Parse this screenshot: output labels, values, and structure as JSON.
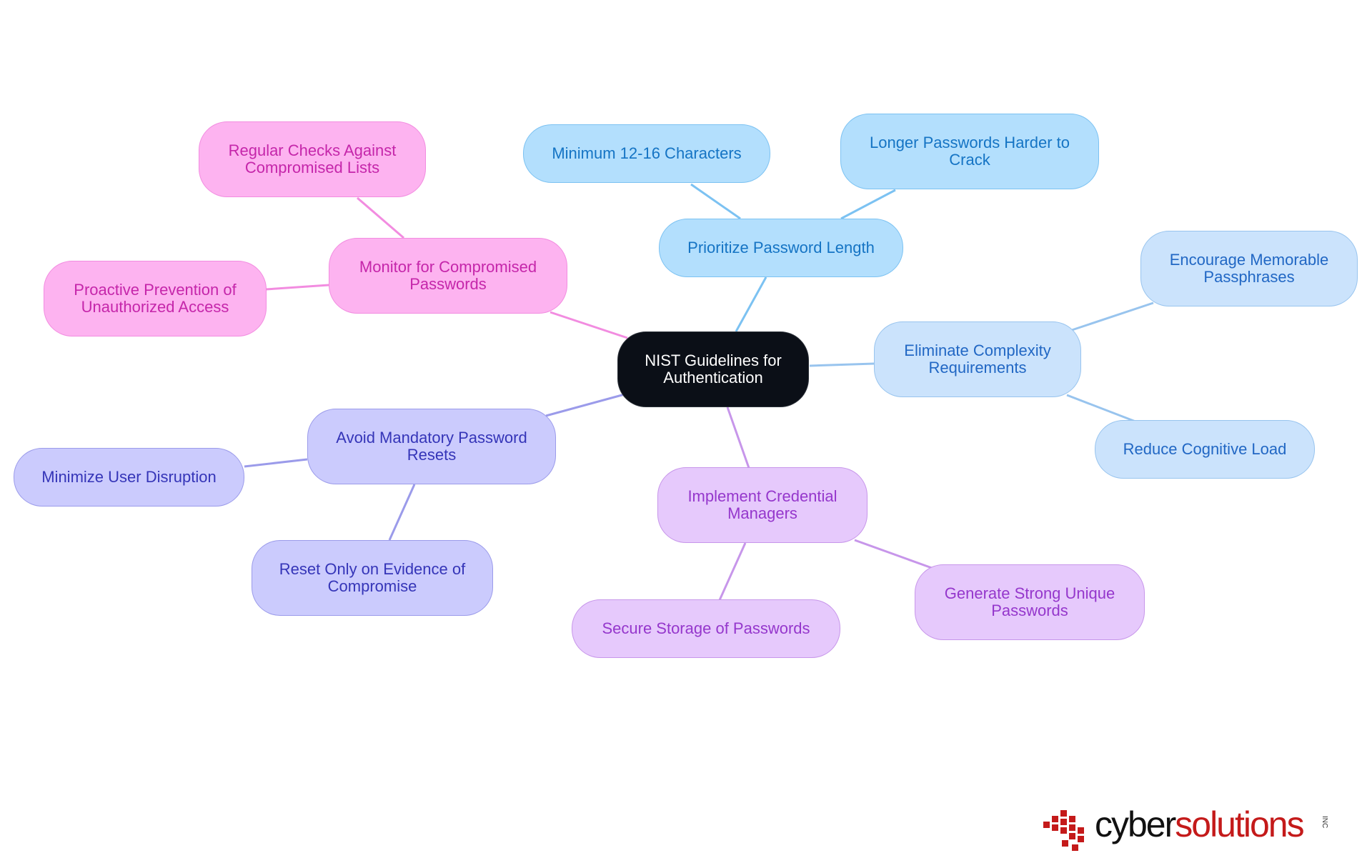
{
  "diagram": {
    "center": {
      "label": "NIST Guidelines for Authentication"
    },
    "branches": [
      {
        "label": "Prioritize Password Length",
        "color": "blue",
        "children": [
          "Minimum 12-16 Characters",
          "Longer Passwords Harder to Crack"
        ]
      },
      {
        "label": "Eliminate Complexity Requirements",
        "color": "light-blue",
        "children": [
          "Encourage Memorable Passphrases",
          "Reduce Cognitive Load"
        ]
      },
      {
        "label": "Implement Credential Managers",
        "color": "purple",
        "children": [
          "Generate Strong Unique Passwords",
          "Secure Storage of Passwords"
        ]
      },
      {
        "label": "Avoid Mandatory Password Resets",
        "color": "indigo",
        "children": [
          "Minimize User Disruption",
          "Reset Only on Evidence of Compromise"
        ]
      },
      {
        "label": "Monitor for Compromised Passwords",
        "color": "pink",
        "children": [
          "Regular Checks Against Compromised Lists",
          "Proactive Prevention of Unauthorized Access"
        ]
      }
    ]
  },
  "logo": {
    "part1": "cyber",
    "part2": "solutions",
    "suffix": "INC"
  },
  "colors": {
    "center": "#0b0f17",
    "blue": "#b3dffd",
    "light_blue": "#cbe3fc",
    "indigo": "#cbcbfd",
    "purple": "#e6c9fc",
    "pink": "#fdb3f0",
    "logo_red": "#c41a1a"
  }
}
